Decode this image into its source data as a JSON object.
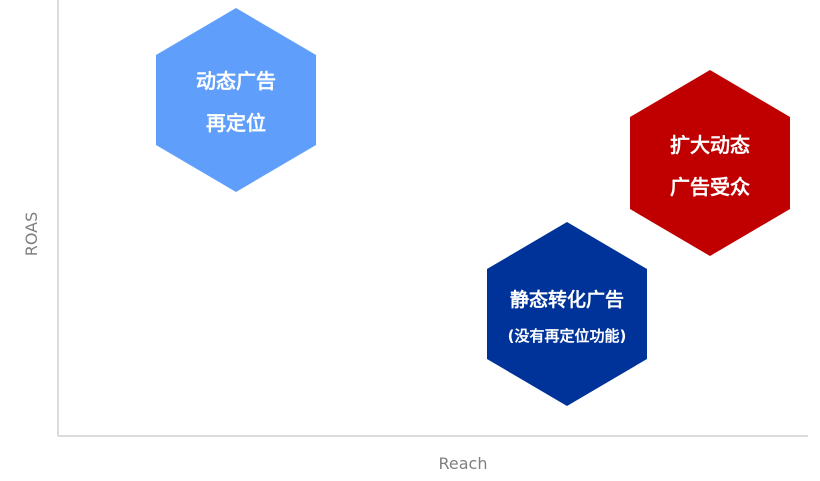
{
  "axes": {
    "x_label": "Reach",
    "y_label": "ROAS",
    "axis_color": "#cfcfcf",
    "label_color": "#808080"
  },
  "nodes": [
    {
      "id": "dynamic-retargeting",
      "lines": [
        "动态广告",
        "再定位"
      ],
      "color": "#5f9ffb"
    },
    {
      "id": "expand-dynamic-audience",
      "lines": [
        "扩大动态",
        "广告受众"
      ],
      "color": "#c00000"
    },
    {
      "id": "static-conversion",
      "lines": [
        "静态转化广告",
        "(没有再定位功能)"
      ],
      "color": "#003399"
    }
  ]
}
